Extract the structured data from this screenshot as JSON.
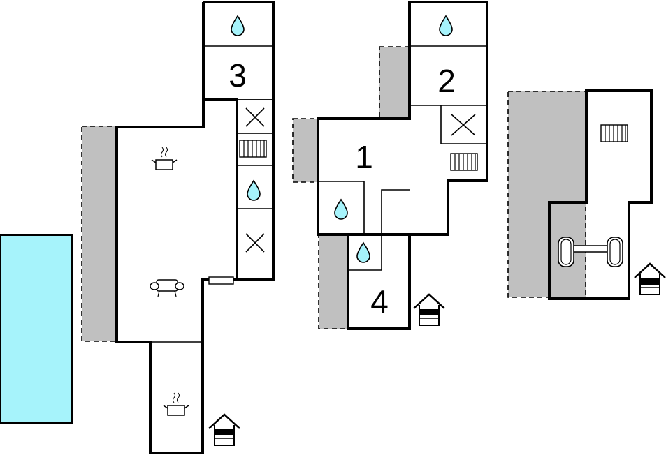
{
  "colors": {
    "pool": "#a6f3fb",
    "terrace": "#c0c0c0",
    "wall": "#000000",
    "drop": "#a6f3fb"
  },
  "rooms": {
    "r1": "1",
    "r2": "2",
    "r3": "3",
    "r4": "4"
  },
  "icons": [
    "water-drop-icon",
    "shower-cross-icon",
    "radiator-icon",
    "stove-pot-icon",
    "sofa-icon",
    "dumbbell-icon",
    "entrance-house-icon"
  ]
}
